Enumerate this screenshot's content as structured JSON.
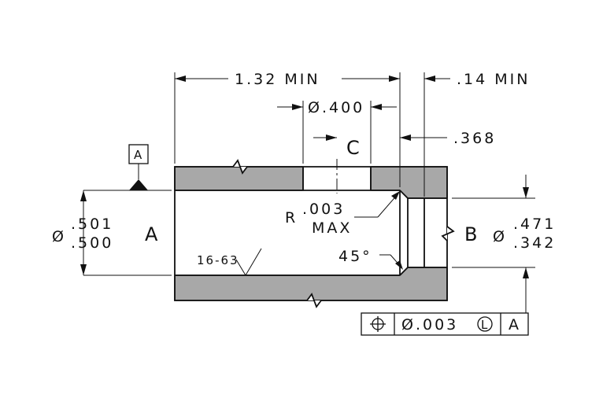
{
  "dimensions": {
    "length_min": "1.32 MIN",
    "counterbore_depth": ".14 MIN",
    "cross_hole_dia": "Ø.400",
    "cross_hole_pos": ".368",
    "bore_a_upper": ".501",
    "bore_a_lower": ".500",
    "bore_b_upper": ".471",
    "bore_b_lower": ".342",
    "dia_symbol": "Ø"
  },
  "labels": {
    "datum_a": "A",
    "bore_a": "A",
    "bore_b": "B",
    "hole_c": "C",
    "radius_r": "R",
    "radius_val": ".003",
    "radius_max": "MAX",
    "chamfer": "45°",
    "finish": "16-63"
  },
  "fcf": {
    "tol": "Ø.003",
    "modifier": "L",
    "datum": "A"
  },
  "colors": {
    "section": "#a8a8a8",
    "line": "#111111"
  }
}
